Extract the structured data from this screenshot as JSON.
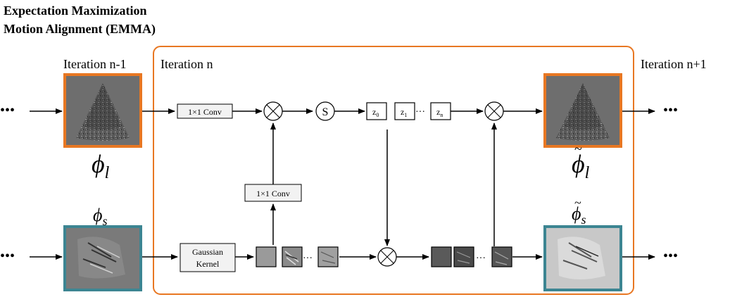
{
  "title": {
    "line1": "Expectation Maximization",
    "line2": "Motion Alignment (EMMA)"
  },
  "iterations": {
    "prev": "Iteration n-1",
    "current": "Iteration n",
    "next": "Iteration n+1"
  },
  "ellipsis": "•••",
  "dots_small": "···",
  "conv_top": "1×1  Conv",
  "conv_mid": "1×1  Conv",
  "gaussian": {
    "line1": "Gaussian",
    "line2": "Kernel"
  },
  "softmax_symbol": "S",
  "z_labels": {
    "z0_base": "z",
    "z0_sub": "0",
    "z1_base": "z",
    "z1_sub": "1",
    "zn_base": "z",
    "zn_sub": "n"
  },
  "symbols": {
    "phi_l_base": "ϕ",
    "phi_l_sub": "l",
    "phi_s_base": "ϕ",
    "phi_s_sub": "s",
    "tilde": "~"
  },
  "colors": {
    "orange": "#e87722",
    "teal": "#3c8592",
    "box_fill": "#f2f2f2"
  }
}
